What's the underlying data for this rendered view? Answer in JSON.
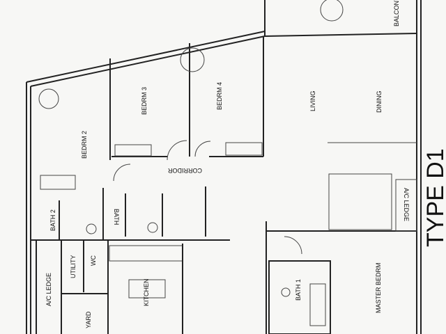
{
  "title": "TYPE D1",
  "rooms": {
    "balcony": "BALCONY",
    "bedrm2": "BEDRM 2",
    "bedrm3": "BEDRM 3",
    "bedrm4": "BEDRM 4",
    "living": "LIVING",
    "dining": "DINING",
    "corridor": "CORRIDOR",
    "bath2": "BATH 2",
    "bath3": "BATH",
    "utility": "UTILITY",
    "wc": "WC",
    "ac_ledge_left": "A/C LEDGE",
    "yard": "YARD",
    "kitchen": "KITCHEN",
    "bath1": "BATH 1",
    "master_bedrm": "MASTER BEDRM",
    "ac_ledge_right": "A/C LEDGE"
  },
  "colors": {
    "line": "#222222",
    "paper": "#f7f7f5"
  }
}
